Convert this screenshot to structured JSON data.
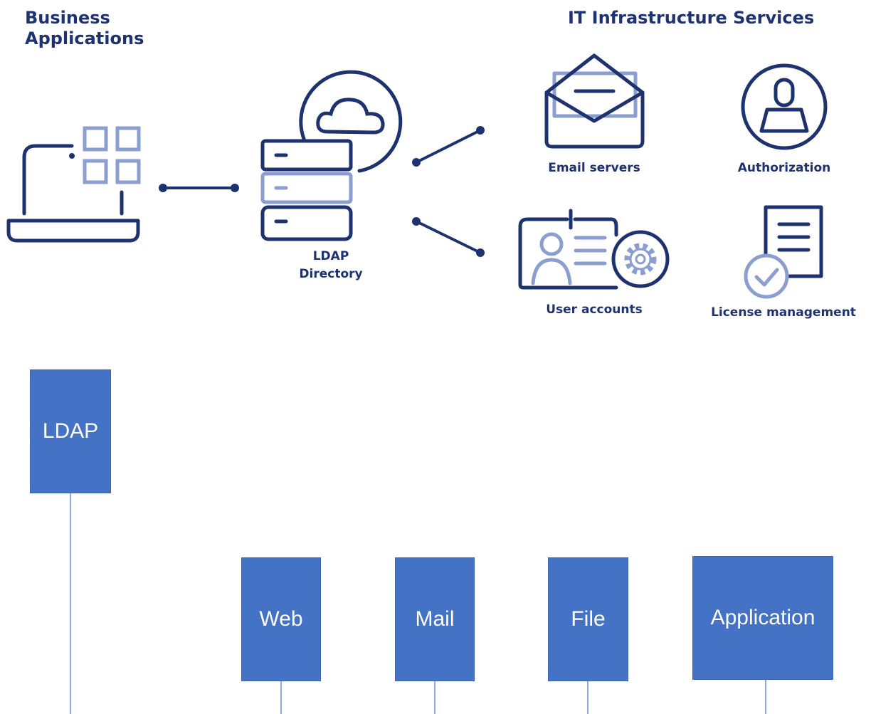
{
  "headings": {
    "business_applications": "Business\nApplications",
    "it_infrastructure": "IT Infrastructure Services"
  },
  "labels": {
    "ldap_directory": "LDAP\nDirectory",
    "email_servers": "Email servers",
    "authorization": "Authorization",
    "user_accounts": "User accounts",
    "license_management": "License management"
  },
  "boxes": {
    "ldap": "LDAP",
    "web": "Web",
    "mail": "Mail",
    "file": "File",
    "application": "Application"
  },
  "colors": {
    "navy": "#1e3270",
    "light_blue": "#8b9ed0",
    "box_blue": "#4472c4",
    "line_blue": "#8faadc"
  },
  "icons": [
    "laptop-icon",
    "app-grid-icon",
    "ldap-server-icon",
    "cloud-icon",
    "envelope-icon",
    "user-circle-icon",
    "id-card-icon",
    "gear-icon",
    "document-icon",
    "check-circle-icon"
  ]
}
